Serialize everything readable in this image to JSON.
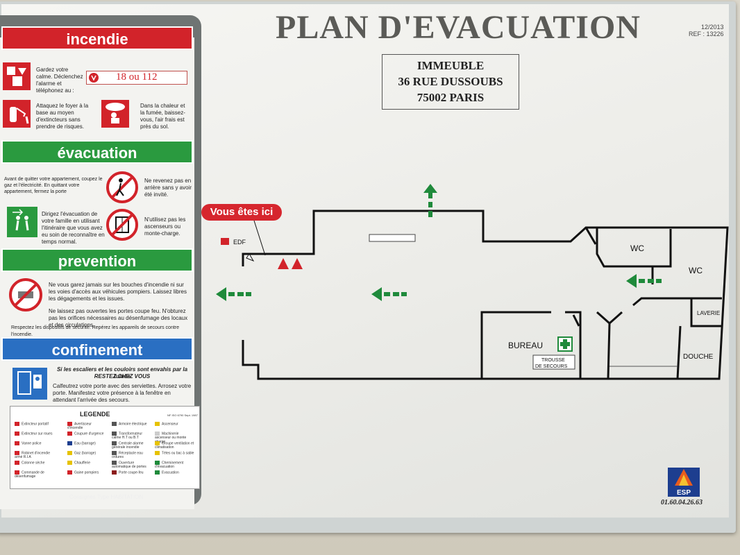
{
  "header": {
    "title": "PLAN D'EVACUATION",
    "ref_date": "12/2013",
    "ref_code": "REF : 13226"
  },
  "address": {
    "line1": "IMMEUBLE",
    "line2": "36 RUE DUSSOUBS",
    "line3": "75002 PARIS"
  },
  "sections": {
    "incendie": {
      "title": "incendie",
      "color": "#d2232a",
      "text1": "Gardez votre calme. Déclenchez l'alarme et téléphonez au :",
      "phone": "18 ou 112",
      "text2": "Attaquez le foyer à la base au moyen d'extincteurs sans prendre de risques.",
      "text3": "Dans la chaleur et la fumée, baissez-vous, l'air frais est près du sol."
    },
    "evacuation": {
      "title": "évacuation",
      "color": "#2a9a3f",
      "text1": "Avant de quitter votre appartement, coupez le gaz et l'électricité. En quittant votre appartement, fermez la porte",
      "text2": "Ne revenez pas en arrière sans y avoir été invité.",
      "text3": "Dirigez l'évacuation de votre famille en utilisant l'itinéraire que vous avez eu soin de reconnaître en temps normal.",
      "text4": "N'utilisez pas les ascenseurs ou monte-charge."
    },
    "prevention": {
      "title": "prevention",
      "color": "#2a9a3f",
      "text1": "Ne vous garez jamais sur les bouches d'incendie ni sur les voies d'accès aux véhicules pompiers. Laissez libres les dégagements et les issues.",
      "text2": "Ne laissez pas ouvertes les portes coupe feu. N'obturez pas les orifices nécessaires au désenfumage des locaux et des circulations.",
      "text3": "Respectez les dispositifs de sécurité. Repérez les appareils de secours contre l'incendie."
    },
    "confinement": {
      "title": "confinement",
      "color": "#2a6fc2",
      "text1": "Si les escaliers et les couloirs sont envahis par la fumée",
      "text2": "RESTEZ CHEZ VOUS",
      "text3": "Calfeutrez votre porte avec des serviettes. Arrosez votre porte. Manifestez votre présence à la fenêtre en attendant l'arrivée des secours."
    }
  },
  "legend": {
    "title": "LEGENDE",
    "norm": "NF ISO 6790 Sept. 1987",
    "items": [
      "Extincteur portatif",
      "Extincteur sur roues",
      "Vanne police",
      "Robinet d'incendie armé R.I.A",
      "Colonne sèche",
      "Commande de désenfumage",
      "Avertisseur d'incendie",
      "Coupure d'urgence",
      "Eau (barrage)",
      "Gaz (barrage)",
      "Chaufferie",
      "Gaine pompiers",
      "Armoire électrique",
      "Transformateur calme H.T ou B.T",
      "Centrale alarme générale incendie",
      "Réceptacle eau ordures",
      "Ouverture automatique de portes",
      "Porte coupe-feu",
      "Ascenseur",
      "Machinerie ascenseur ou monte charge",
      "Groupe ventilation et climatisation",
      "Tétes ou bac à sable",
      "Cheminement d'évacuation",
      "Evacuation"
    ],
    "footer": "Consignes Type HABITATION"
  },
  "plan": {
    "you_are_here": "Vous êtes ici",
    "edf": "EDF",
    "rooms": {
      "wc1": "WC",
      "wc2": "WC",
      "laverie": "LAVERIE",
      "douche": "DOUCHE",
      "bureau": "BUREAU",
      "trousse1": "TROUSSE",
      "trousse2": "DE SECOURS"
    }
  },
  "brand": {
    "name": "ESP",
    "phone": "01.60.04.26.63"
  },
  "colors": {
    "exit_arrow": "#1f8a3b",
    "alarm": "#d2232a",
    "wall_line": "#111111"
  }
}
